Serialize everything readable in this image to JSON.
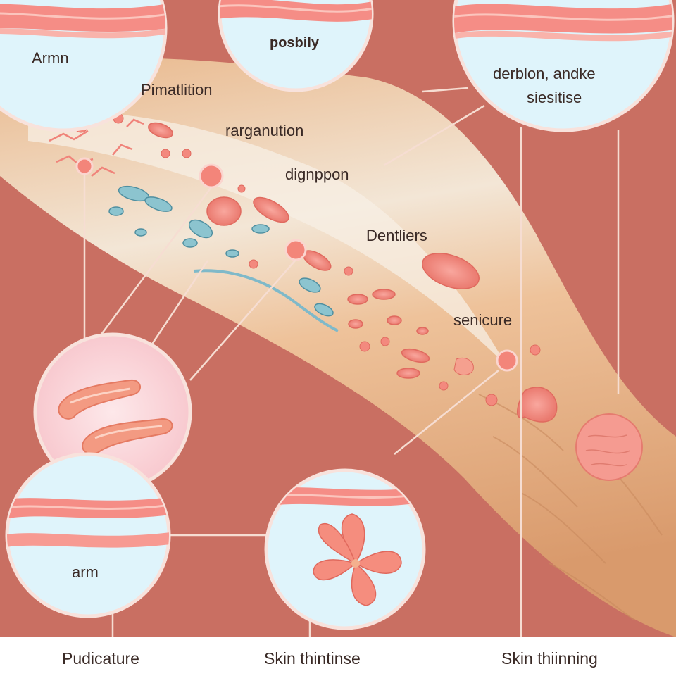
{
  "labels": {
    "armn": "Armn",
    "posbily": "posbily",
    "derblon_line1": "derblon, andke",
    "derblon_line2": "siesitise",
    "pimatlition": "Pimatlition",
    "rarganution": "rarganution",
    "dignppon": "dignppon",
    "dentliers": "Dentliers",
    "senicure": "senicure",
    "arm": "arm"
  },
  "captions": {
    "left": "Pudicature",
    "center": "Skin thintinse",
    "right": "Skin thiinning"
  },
  "colors": {
    "background": "#c96f62",
    "arm_skin": "#e8b486",
    "arm_highlight": "#f4e9da",
    "inflammation": "#f07a6e",
    "vessel_blue": "#7dbccc",
    "inset_fill": "#dff4fb",
    "callout_line": "#f6ddd2"
  }
}
